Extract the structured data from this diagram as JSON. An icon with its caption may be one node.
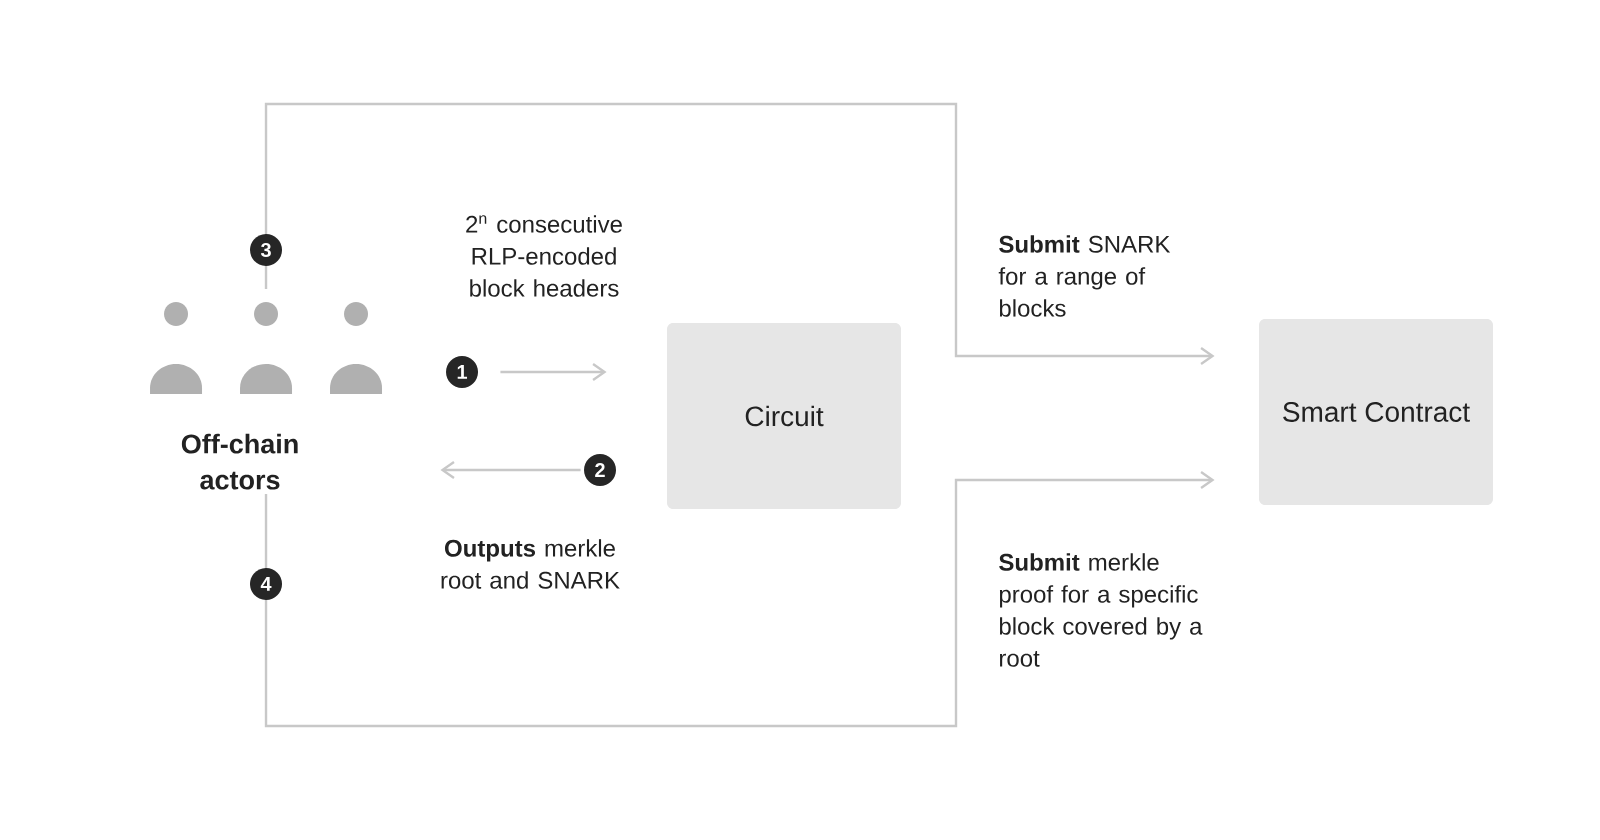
{
  "diagram": {
    "nodes": [
      {
        "text": [
          "Off-chain actors"
        ]
      },
      {
        "text": [
          "Circuit"
        ]
      },
      {
        "text": [
          "Smart Contract"
        ]
      }
    ],
    "edges": [
      {
        "from": 0,
        "to": 1,
        "arrow": "to",
        "label": "2$^{n}$ consecutive RLP-encoded block headers"
      },
      {
        "from": 1,
        "to": 0,
        "arrow": "to",
        "label": "**Outputs** merkle root and SNARK"
      },
      {
        "from": 0,
        "to": 2,
        "arrow": "to",
        "label": "**Submit** SNARK for a range of blocks"
      },
      {
        "from": 0,
        "to": 2,
        "arrow": "to",
        "label": "**Submit** merkle proof for a specific block covered by a root"
      }
    ],
    "labels": [
      "3",
      "1",
      "2",
      "4"
    ]
  }
}
